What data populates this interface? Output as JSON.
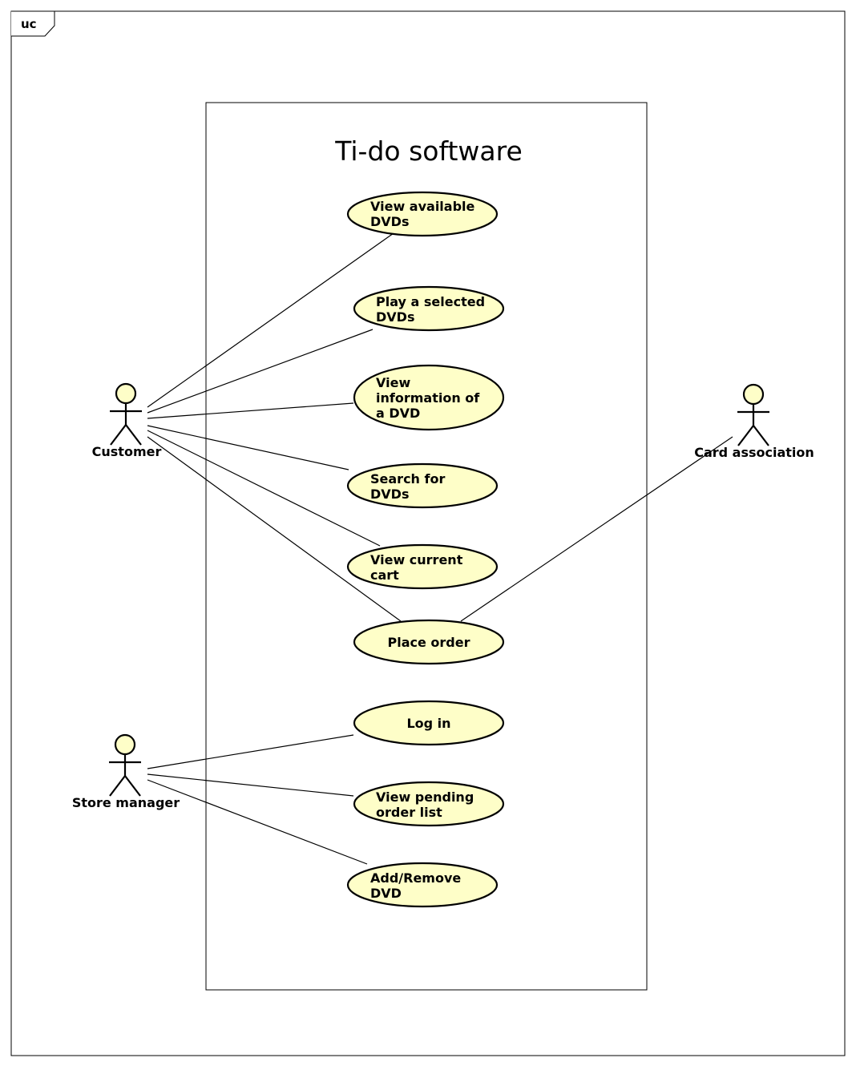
{
  "frame": {
    "label": "uc"
  },
  "system": {
    "title": "Ti-do software"
  },
  "colors": {
    "usecase_fill": "#fefec8",
    "actor_head_fill": "#fefec8",
    "line": "#000000"
  },
  "actors": [
    {
      "id": "customer",
      "label": "Customer"
    },
    {
      "id": "card",
      "label": "Card association"
    },
    {
      "id": "manager",
      "label": "Store manager"
    }
  ],
  "use_cases": [
    {
      "id": "view-dvds",
      "lines": [
        "View available",
        "DVDs"
      ]
    },
    {
      "id": "play-dvd",
      "lines": [
        "Play a selected",
        "DVDs"
      ]
    },
    {
      "id": "view-info",
      "lines": [
        "View",
        "information of",
        "a DVD"
      ]
    },
    {
      "id": "search",
      "lines": [
        "Search for",
        "DVDs"
      ]
    },
    {
      "id": "view-cart",
      "lines": [
        "View current",
        "cart"
      ]
    },
    {
      "id": "place-order",
      "lines": [
        "Place order"
      ]
    },
    {
      "id": "log-in",
      "lines": [
        "Log in"
      ]
    },
    {
      "id": "pending",
      "lines": [
        "View pending",
        "order list"
      ]
    },
    {
      "id": "add-remove",
      "lines": [
        "Add/Remove",
        "DVD"
      ]
    }
  ],
  "associations": [
    {
      "actor": "customer",
      "use_case": "view-dvds"
    },
    {
      "actor": "customer",
      "use_case": "play-dvd"
    },
    {
      "actor": "customer",
      "use_case": "view-info"
    },
    {
      "actor": "customer",
      "use_case": "search"
    },
    {
      "actor": "customer",
      "use_case": "view-cart"
    },
    {
      "actor": "customer",
      "use_case": "place-order"
    },
    {
      "actor": "card",
      "use_case": "place-order"
    },
    {
      "actor": "manager",
      "use_case": "log-in"
    },
    {
      "actor": "manager",
      "use_case": "pending"
    },
    {
      "actor": "manager",
      "use_case": "add-remove"
    }
  ]
}
